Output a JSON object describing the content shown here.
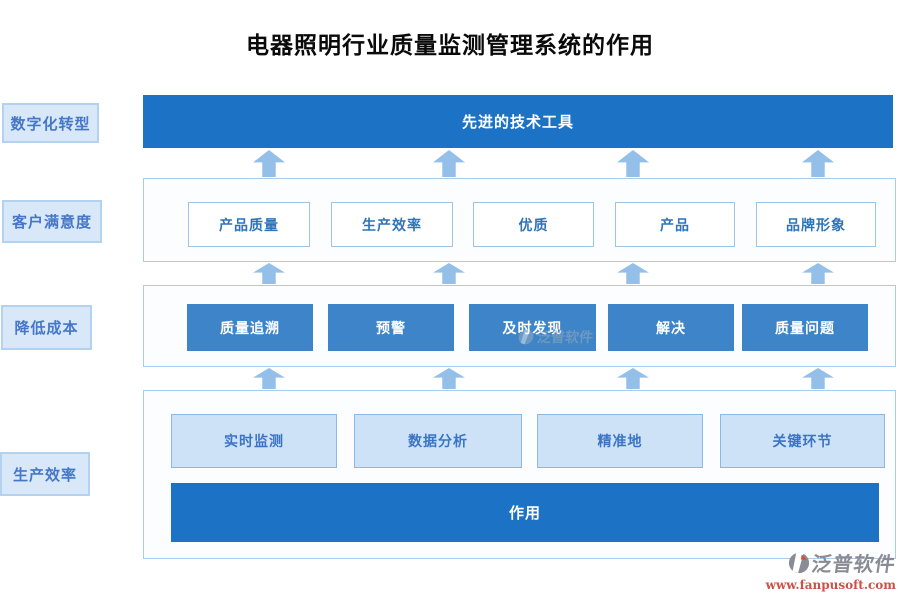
{
  "title": "电器照明行业质量监测管理系统的作用",
  "sidebar": {
    "items": [
      {
        "label": "数字化转型"
      },
      {
        "label": "客户满意度"
      },
      {
        "label": "降低成本"
      },
      {
        "label": "生产效率"
      }
    ]
  },
  "diagram": {
    "top_bar": {
      "label": "先进的技术工具"
    },
    "benefits_row": {
      "items": [
        {
          "label": "产品质量"
        },
        {
          "label": "生产效率"
        },
        {
          "label": "优质"
        },
        {
          "label": "产品"
        },
        {
          "label": "品牌形象"
        }
      ]
    },
    "process_row": {
      "items": [
        {
          "label": "质量追溯"
        },
        {
          "label": "预警"
        },
        {
          "label": "及时发现"
        },
        {
          "label": "解决"
        },
        {
          "label": "质量问题"
        }
      ]
    },
    "capability_row": {
      "items": [
        {
          "label": "实时监测"
        },
        {
          "label": "数据分析"
        },
        {
          "label": "精准地"
        },
        {
          "label": "关键环节"
        }
      ]
    },
    "bottom_bar": {
      "label": "作用"
    }
  },
  "watermark": {
    "text": "泛普软件"
  },
  "footer_logo": {
    "company": "泛普软件",
    "website": "www.fanpusoft.com"
  },
  "colors": {
    "primary_bar_blue": "#1c72c4",
    "process_box_blue": "#3d85c8",
    "capability_box_fill": "#cde2f7",
    "light_border_blue": "#9dc3e6",
    "container_fill": "#fbfdff",
    "arrow_blue": "#94bfe8",
    "side_label_fill": "#d9e8f8",
    "side_label_text": "#4577c6",
    "logo_grey": "#8b8b95",
    "url_red": "#cb5148"
  }
}
